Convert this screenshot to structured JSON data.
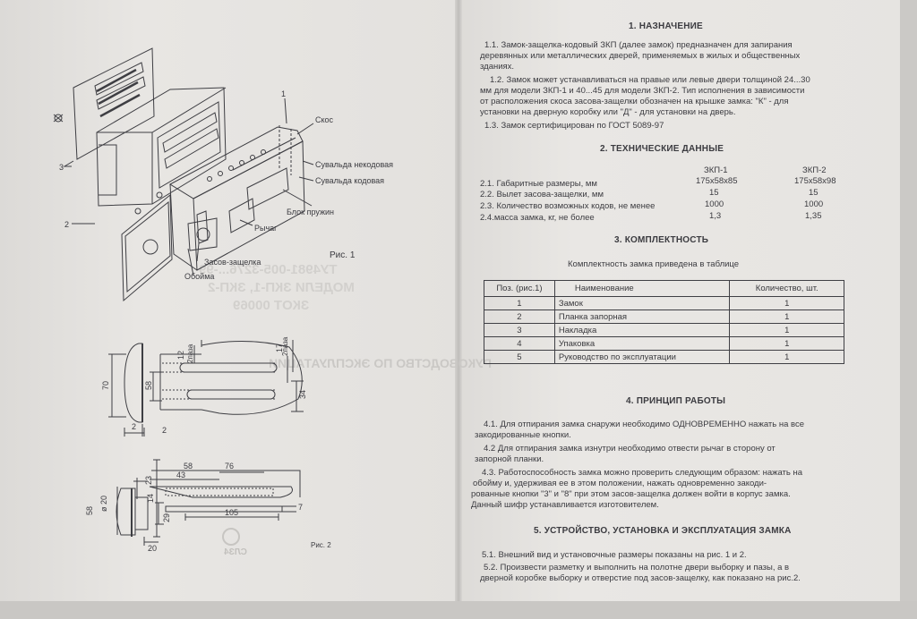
{
  "figure1": {
    "callouts": {
      "n1": "1",
      "n2": "2",
      "n3": "3",
      "skos": "Скос",
      "suvalda_nekod": "Сувальда некодовая",
      "suvalda_kod": "Сувальда кодовая",
      "blok": "Блок пружин",
      "rychag": "Рычаг",
      "zasov": "Засов-защелка",
      "oboima": "Обойма"
    },
    "caption": "Рис. 1"
  },
  "figure2": {
    "dims": {
      "d70": "70",
      "d58": "58",
      "d12": "12",
      "d2paza": "2паза",
      "d17": "17",
      "d2paza_b": "2паза",
      "d34": "34",
      "d2a": "2",
      "d2b": "2",
      "d58b": "58",
      "d76": "76",
      "d43": "43",
      "d23": "23",
      "d14": "14",
      "d20": "ø 20",
      "d58c": "58",
      "d29": "29",
      "d105": "105",
      "d7": "7",
      "d20b": "20"
    },
    "caption": "Рис. 2"
  },
  "ghost_text": {
    "line1": "ТУ4981-005-3276...-99",
    "line2": "МОДЕЛИ ЗКП-1, ЗКП-2",
    "line3": "ЗКОТ 00069",
    "line4": "РУКОВОДСТВО ПО ЭКСПЛУАТАЦИИ",
    "stamp": "СЛЗ4"
  },
  "sec1": {
    "title": "1. НАЗНАЧЕНИЕ",
    "p1": [
      "1.1. Замок-защелка-кодовый ЗКП (далее замок) предназначен для запирания",
      "деревянных или металлических дверей, применяемых в жилых и общественных",
      "зданиях."
    ],
    "p2": [
      "1.2. Замок может устанавливаться на правые или левые двери толщиной 24...30",
      "мм для модели ЗКП-1 и 40...45 для модели ЗКП-2. Тип исполнения в зависимости",
      "от расположения скоса засова-защелки обозначен на крышке замка: \"К\" - для",
      "установки на дверную коробку или \"Д\" - для установки на дверь."
    ],
    "p3": "1.3. Замок сертифицирован по ГОСТ 5089-97"
  },
  "sec2": {
    "title": "2. ТЕХНИЧЕСКИЕ ДАННЫЕ",
    "col1": "ЗКП-1",
    "col2": "ЗКП-2",
    "rows": [
      {
        "label": "2.1. Габаритные размеры, мм",
        "v1": "175x58x85",
        "v2": "175x58x98"
      },
      {
        "label": "2.2. Вылет засова-защелки, мм",
        "v1": "15",
        "v2": "15"
      },
      {
        "label": "2.3. Количество возможных кодов, не менее",
        "v1": "1000",
        "v2": "1000"
      },
      {
        "label": "2.4.масса замка, кг, не более",
        "v1": "1,3",
        "v2": "1,35"
      }
    ]
  },
  "sec3": {
    "title": "3. КОМПЛЕКТНОСТЬ",
    "intro": "Комплектность замка приведена в таблице",
    "headers": [
      "Поз. (рис.1)",
      "Наименование",
      "Количество, шт."
    ],
    "rows": [
      [
        "1",
        "Замок",
        "1"
      ],
      [
        "2",
        "Планка запорная",
        "1"
      ],
      [
        "3",
        "Накладка",
        "1"
      ],
      [
        "4",
        "Упаковка",
        "1"
      ],
      [
        "5",
        "Руководство по эксплуатации",
        "1"
      ]
    ]
  },
  "sec4": {
    "title": "4. ПРИНЦИП РАБОТЫ",
    "p1": [
      "4.1. Для отпирания замка снаружи необходимо ОДНОВРЕМЕННО нажать на все",
      "закодированные кнопки."
    ],
    "p2": [
      "4.2 Для отпирания замка изнутри необходимо отвести рычаг в сторону от",
      "запорной планки."
    ],
    "p3": [
      "4.3. Работоспособность замка можно проверить следующим образом: нажать на",
      "обойму и, удерживая ее в этом положении, нажать одновременно закоди-",
      "рованные кнопки \"3\" и \"8\" при этом засов-защелка должен войти в корпус замка.",
      "Данный шифр устанавливается изготовителем."
    ]
  },
  "sec5": {
    "title": "5. УСТРОЙСТВО, УСТАНОВКА И ЭКСПЛУАТАЦИЯ ЗАМКА",
    "p1": "5.1. Внешний вид и установочные размеры показаны на рис. 1 и 2.",
    "p2": [
      "5.2. Произвести разметку и выполнить на полотне двери выборку и пазы, а в",
      "дверной коробке выборку и отверстие под засов-защелку, как показано на рис.2."
    ]
  }
}
